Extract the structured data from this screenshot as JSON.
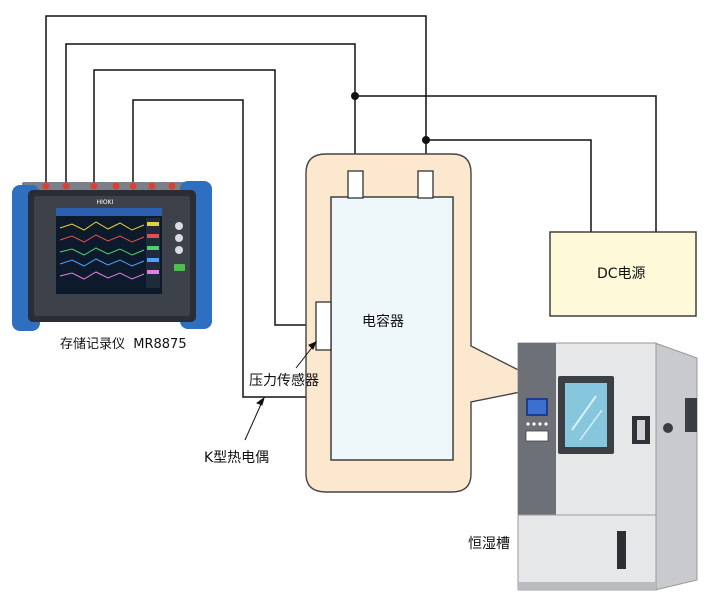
{
  "labels": {
    "recorder": "存储记录仪  MR8875",
    "capacitor": "电容器",
    "dc_source": "DC电源",
    "pressure_sensor": "压力传感器",
    "thermocouple": "K型热电偶",
    "chamber": "恒湿槽"
  },
  "recorder_brand": "HIOKI",
  "colors": {
    "chamber_bg": "#fbe8cf",
    "capacitor_fill": "#eef8fb",
    "dc_fill": "#fdf9d9",
    "recorder_frame": "#2f6fc0",
    "wire": "#111111"
  }
}
